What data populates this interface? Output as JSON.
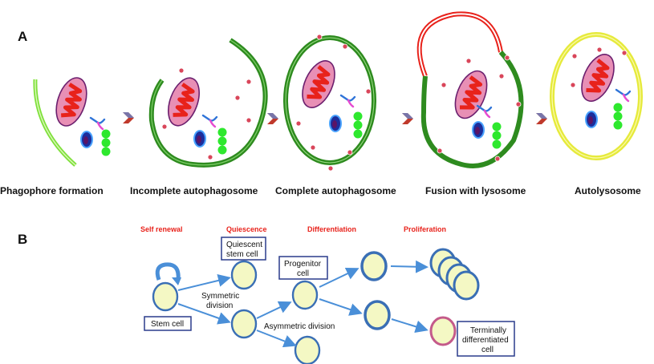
{
  "panel_a": {
    "letter": "A",
    "stages": [
      "Phagophore formation",
      "Incomplete autophagosome",
      "Complete autophagosome",
      "Fusion with lysosome",
      "Autolysosome"
    ]
  },
  "panel_b": {
    "letter": "B",
    "fates": {
      "self_renewal": "Self renewal",
      "quiescence": "Quiescence",
      "differentiation": "Differentiation",
      "proliferation": "Proliferation"
    },
    "boxes": {
      "quiescent_line1": "Quiescent",
      "quiescent_line2": "stem cell",
      "progenitor_line1": "Progenitor",
      "progenitor_line2": "cell",
      "stem_cell": "Stem cell",
      "terminal_line1": "Terminally",
      "terminal_line2": "differentiated",
      "terminal_line3": "cell"
    },
    "labels": {
      "symmetric_line1": "Symmetric",
      "symmetric_line2": "division",
      "asymmetric": "Asymmetric division"
    }
  },
  "colors": {
    "membrane": "#2e8b1f",
    "phagophore": "#7ee03a",
    "lysosome": "#e8221b",
    "autolysosome": "#e6ea3c",
    "chevron": "#c0392b",
    "cell_fill": "#f4f8c4",
    "cell_ring": "#3a6fb5",
    "box_border": "#2a3c8c",
    "arrow": "#4a8fd8",
    "fate_text": "#e8221b"
  }
}
